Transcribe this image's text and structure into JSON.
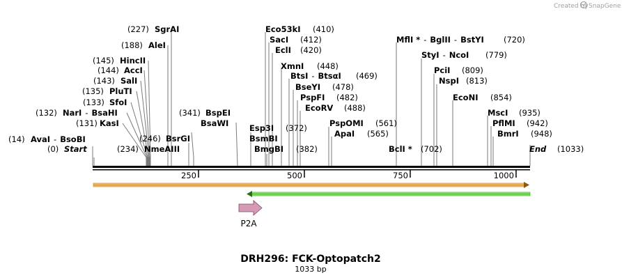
{
  "credit": {
    "text": "Created by",
    "brand": "SnapGene"
  },
  "sequence": {
    "length": 1033
  },
  "title": "DRH296: FCK-Optopatch2",
  "subtitle": "1033 bp",
  "ticks": [
    {
      "label": "250",
      "pos": 250
    },
    {
      "label": "500",
      "pos": 500
    },
    {
      "label": "750",
      "pos": 750
    },
    {
      "label": "1000",
      "pos": 1000
    }
  ],
  "sites": [
    {
      "id": "avai",
      "pos_text": "(14)",
      "parts": [
        "AvaI",
        "-",
        "BsoBI"
      ],
      "site": 14
    },
    {
      "id": "start",
      "pos_text": "(0)",
      "parts": [
        "Start"
      ],
      "site": 0
    },
    {
      "id": "kasi",
      "pos_text": "(131)",
      "parts": [
        "KasI"
      ],
      "site": 131
    },
    {
      "id": "nari",
      "pos_text": "(132)",
      "parts": [
        "NarI",
        "-",
        "BsaHI"
      ],
      "site": 132
    },
    {
      "id": "sfoi",
      "pos_text": "(133)",
      "parts": [
        "SfoI"
      ],
      "site": 133
    },
    {
      "id": "plut",
      "pos_text": "(135)",
      "parts": [
        "PluTI"
      ],
      "site": 135
    },
    {
      "id": "sali",
      "pos_text": "(143)",
      "parts": [
        "SalI"
      ],
      "site": 143
    },
    {
      "id": "acci",
      "pos_text": "(144)",
      "parts": [
        "AccI"
      ],
      "site": 144
    },
    {
      "id": "hinc",
      "pos_text": "(145)",
      "parts": [
        "HincII"
      ],
      "site": 145
    },
    {
      "id": "alei",
      "pos_text": "(188)",
      "parts": [
        "AleI"
      ],
      "site": 188
    },
    {
      "id": "sgra",
      "pos_text": "(227)",
      "parts": [
        "SgrAI"
      ],
      "site": 227
    },
    {
      "id": "nmea",
      "pos_text": "(234)",
      "parts": [
        "NmeAIII"
      ],
      "site": 234
    },
    {
      "id": "bsrg",
      "pos_text": "(246)",
      "parts": [
        "BsrGI"
      ],
      "site": 246
    },
    {
      "id": "bspe",
      "pos_text": "(341)",
      "parts": [
        "BspEI"
      ],
      "site": 341
    },
    {
      "id": "bsaw",
      "pos_text": "",
      "parts": [
        "BsaWI"
      ],
      "site": 341
    },
    {
      "id": "eco53",
      "pos_text": "(410)",
      "parts": [
        "Eco53kI"
      ],
      "site": 410
    },
    {
      "id": "saci",
      "pos_text": "(412)",
      "parts": [
        "SacI"
      ],
      "site": 412
    },
    {
      "id": "ecli",
      "pos_text": "(420)",
      "parts": [
        "EclI"
      ],
      "site": 420
    },
    {
      "id": "xmni",
      "pos_text": "(448)",
      "parts": [
        "XmnI"
      ],
      "site": 448
    },
    {
      "id": "btsi",
      "pos_text": "(469)",
      "parts": [
        "BtsI",
        "-",
        "BtsαI"
      ],
      "site": 469
    },
    {
      "id": "bseyi",
      "pos_text": "(478)",
      "parts": [
        "BseYI"
      ],
      "site": 478
    },
    {
      "id": "pspfi",
      "pos_text": "(482)",
      "parts": [
        "PspFI"
      ],
      "site": 482
    },
    {
      "id": "ecorv",
      "pos_text": "(488)",
      "parts": [
        "EcoRV"
      ],
      "site": 488
    },
    {
      "id": "esp3i",
      "pos_text": "(372)",
      "parts": [
        "Esp3I"
      ],
      "site": 372
    },
    {
      "id": "bsmbi",
      "pos_text": "",
      "parts": [
        "BsmBI"
      ],
      "site": 372
    },
    {
      "id": "bmgbi",
      "pos_text": "(382)",
      "parts": [
        "BmgBI"
      ],
      "site": 382
    },
    {
      "id": "pspomi",
      "pos_text": "(561)",
      "parts": [
        "PspOMI"
      ],
      "site": 561
    },
    {
      "id": "apai",
      "pos_text": "(565)",
      "parts": [
        "ApaI"
      ],
      "site": 565
    },
    {
      "id": "mfli",
      "pos_text": "(720)",
      "parts": [
        "MflI *",
        "-",
        "BglII",
        "-",
        "BstYI"
      ],
      "site": 720
    },
    {
      "id": "styi",
      "pos_text": "(779)",
      "parts": [
        "StyI",
        "-",
        "NcoI"
      ],
      "site": 779
    },
    {
      "id": "pcii",
      "pos_text": "(809)",
      "parts": [
        "PciI"
      ],
      "site": 809
    },
    {
      "id": "nspi",
      "pos_text": "(813)",
      "parts": [
        "NspI"
      ],
      "site": 813
    },
    {
      "id": "econi",
      "pos_text": "(854)",
      "parts": [
        "EcoNI"
      ],
      "site": 854
    },
    {
      "id": "msci",
      "pos_text": "(935)",
      "parts": [
        "MscI"
      ],
      "site": 935
    },
    {
      "id": "pflmi",
      "pos_text": "(942)",
      "parts": [
        "PflMI"
      ],
      "site": 942
    },
    {
      "id": "bmri",
      "pos_text": "(948)",
      "parts": [
        "BmrI"
      ],
      "site": 948
    },
    {
      "id": "bcli",
      "pos_text": "(702)",
      "parts": [
        "BclI *"
      ],
      "site": 702
    },
    {
      "id": "end",
      "pos_text": "(1033)",
      "parts": [
        "End"
      ],
      "site": 1033
    }
  ],
  "features": [
    {
      "name": "",
      "direction": "forward",
      "start": 1,
      "end": 1033,
      "color": "#f2a93b"
    },
    {
      "name": "",
      "direction": "reverse",
      "start": 372,
      "end": 1033,
      "color": "#5dd23c"
    },
    {
      "name": "P2A",
      "direction": "forward",
      "start": 372,
      "end": 428,
      "color": "#d59bb6"
    }
  ]
}
